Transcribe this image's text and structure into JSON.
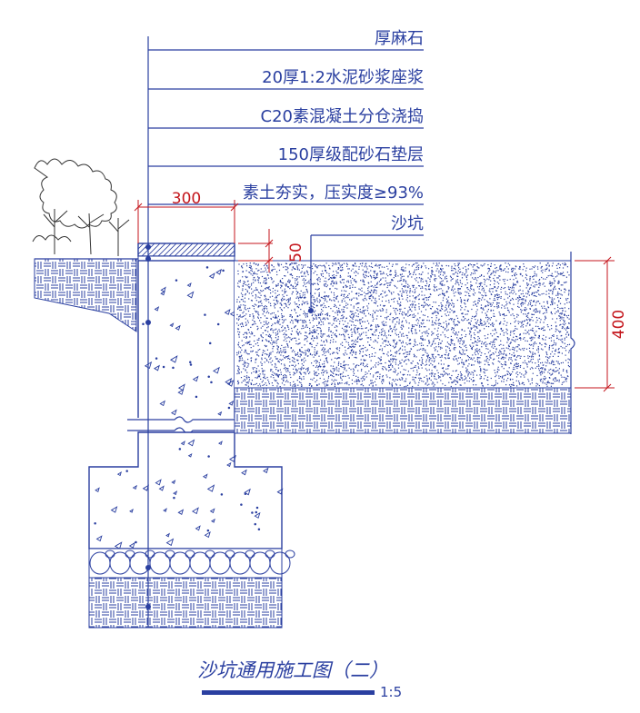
{
  "labels": [
    {
      "text": "厚麻石"
    },
    {
      "text": "20厚1:2水泥砂浆座浆"
    },
    {
      "text": "C20素混凝土分仓浇捣"
    },
    {
      "text": "150厚级配砂石垫层"
    },
    {
      "text": "素土夯实，压实度≥93%"
    },
    {
      "text": "沙坑"
    }
  ],
  "dimensions": {
    "width": "300",
    "cap_thickness": "50",
    "sand_depth": "400"
  },
  "title": "沙坑通用施工图（二）",
  "scale": "1:5",
  "colors": {
    "linework": "#2a3fa0",
    "dimension": "#c4161c",
    "plant": "#333333"
  }
}
